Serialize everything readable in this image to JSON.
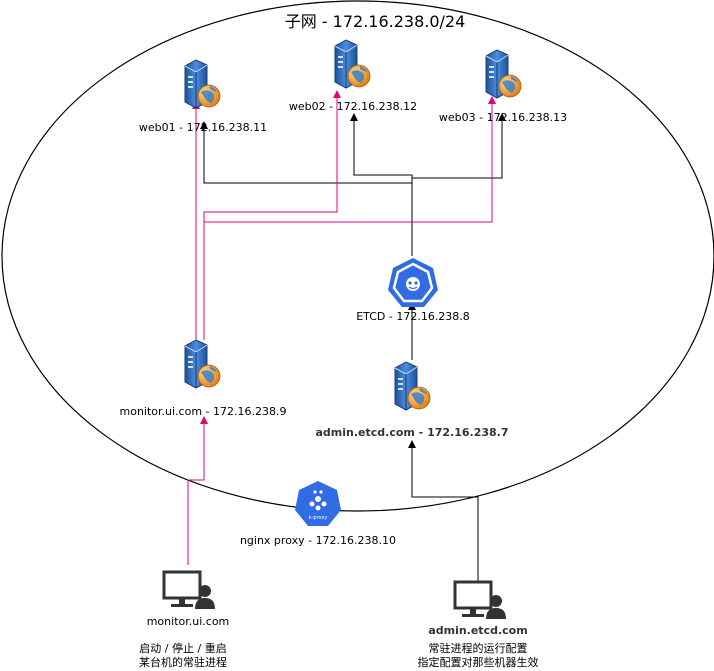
{
  "subnet": {
    "title": "子网 - 172.16.238.0/24"
  },
  "servers": [
    {
      "label": "web01 - 172.16.238.11"
    },
    {
      "label": "web02 - 172.16.238.12"
    },
    {
      "label": "web03 - 172.16.238.13"
    },
    {
      "label": "monitor.ui.com - 172.16.238.9"
    },
    {
      "label": "admin.etcd.com - 172.16.238.7"
    }
  ],
  "etcd": {
    "label": "ETCD - 172.16.238.8"
  },
  "proxy": {
    "label": "nginx proxy - 172.16.238.10",
    "icon_text": "k-proxy"
  },
  "clients": [
    {
      "label": "monitor.ui.com",
      "desc_line1": "启动 / 停止 / 重启",
      "desc_line2": "某台机的常驻进程"
    },
    {
      "label": "admin.etcd.com",
      "desc_line1": "常驻进程的运行配置",
      "desc_line2": "指定配置对那些机器生效"
    }
  ],
  "colors": {
    "accent_pink": "#e6007e",
    "line_black": "#000000",
    "kube_blue": "#326ce5",
    "server_blue": "#2f6fb8",
    "globe_orange": "#f08a24"
  }
}
